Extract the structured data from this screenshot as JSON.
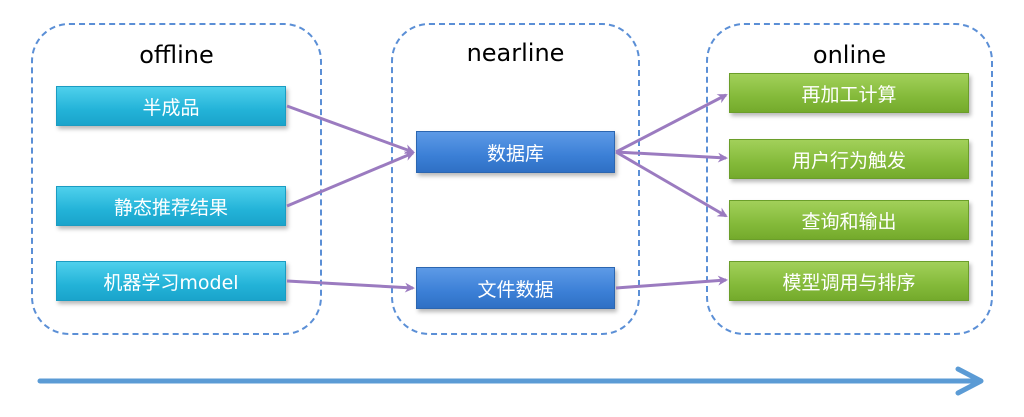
{
  "groups": {
    "offline": {
      "title": "offline"
    },
    "nearline": {
      "title": "nearline"
    },
    "online": {
      "title": "online"
    }
  },
  "nodes": {
    "semi_finished": "半成品",
    "static_results": "静态推荐结果",
    "ml_model": "机器学习model",
    "database": "数据库",
    "file_data": "文件数据",
    "reprocess": "再加工计算",
    "user_behavior": "用户行为触发",
    "query_output": "查询和输出",
    "model_ranking": "模型调用与排序"
  },
  "colors": {
    "dashed_border": "#5b8fd6",
    "connector": "#9b7bc0",
    "timeline": "#5b9bd5",
    "offline_node": "#23b3d8",
    "nearline_node": "#3b7fd6",
    "online_node": "#84ba3a"
  }
}
